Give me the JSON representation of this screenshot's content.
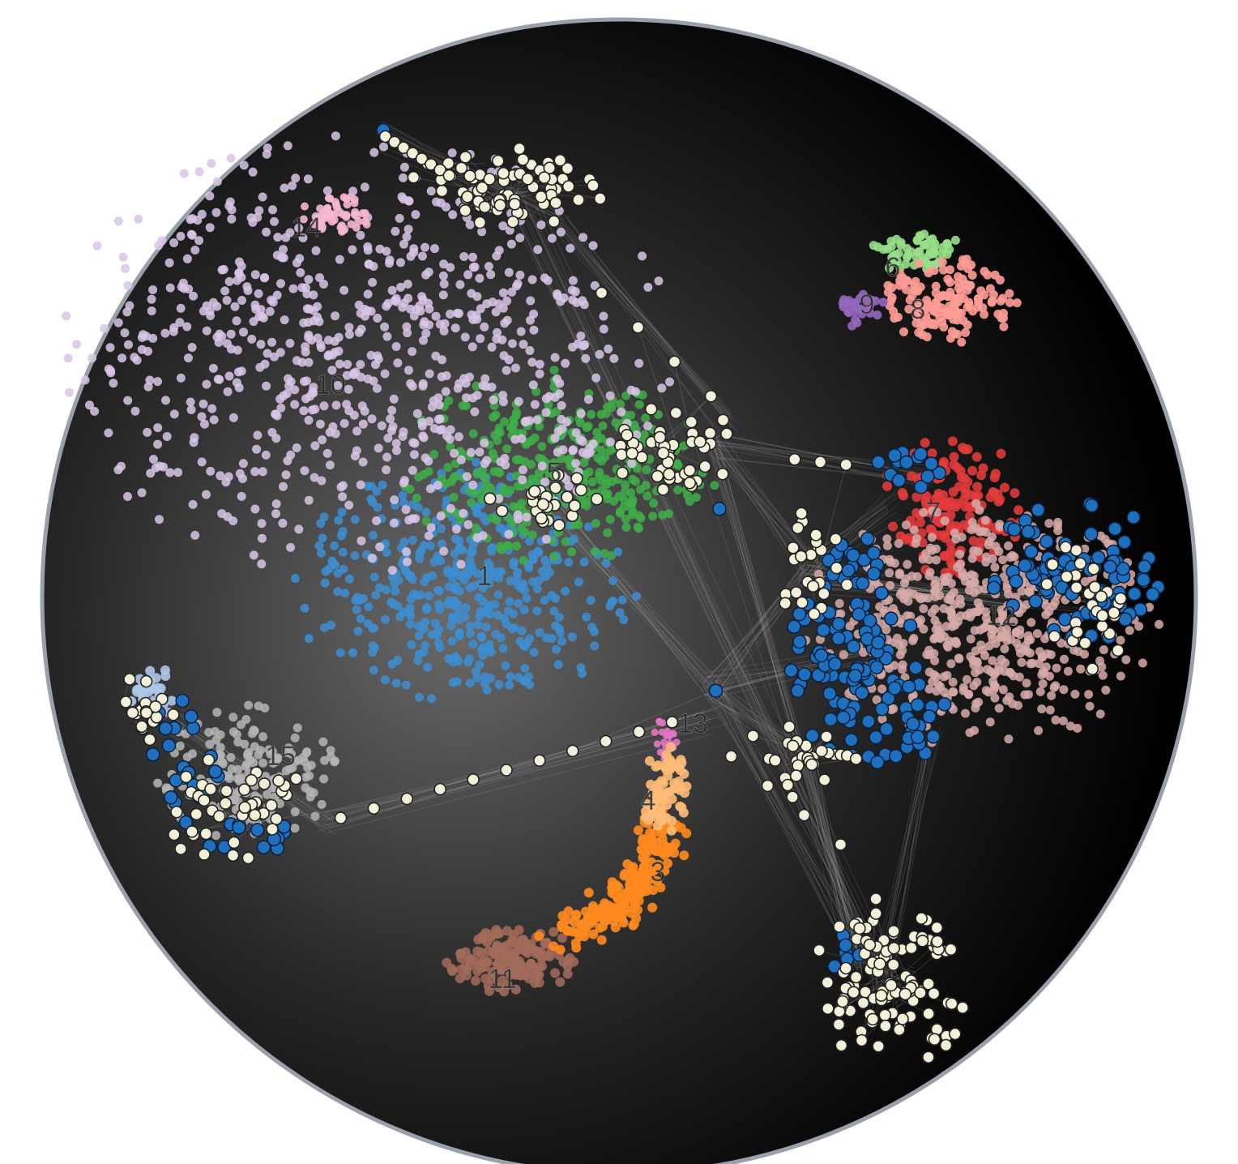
{
  "figure": {
    "background": {
      "edge": "#000000",
      "center": "#6a6a6a",
      "rim": "#9aa0ab"
    },
    "edge_color": "#cfcfcf",
    "hub_node": {
      "fill": "#f3f0da",
      "stroke": "#222222"
    },
    "accent_node": {
      "fill": "#1f6fbf",
      "stroke": "#0a1f3a"
    }
  },
  "clusters": [
    {
      "id": "1",
      "label": "1",
      "color": "#3d8ed1"
    },
    {
      "id": "3",
      "label": "3",
      "color": "#ff8a1f"
    },
    {
      "id": "4",
      "label": "4",
      "color": "#ffbb78"
    },
    {
      "id": "5",
      "label": "5",
      "color": "#3fae49"
    },
    {
      "id": "6",
      "label": "6",
      "color": "#98df8a"
    },
    {
      "id": "7",
      "label": "7",
      "color": "#e33b3b"
    },
    {
      "id": "8",
      "label": "8",
      "color": "#ff9c96"
    },
    {
      "id": "9",
      "label": "9",
      "color": "#9467bd"
    },
    {
      "id": "10",
      "label": "10",
      "color": "#d9c6e6"
    },
    {
      "id": "11",
      "label": "11",
      "color": "#a26a5a"
    },
    {
      "id": "12",
      "label": "12",
      "color": "#d6aaa8"
    },
    {
      "id": "13",
      "label": "13",
      "color": "#e377c2"
    },
    {
      "id": "14",
      "label": "14",
      "color": "#f7b6d2"
    },
    {
      "id": "15",
      "label": "15",
      "color": "#b5b5b5"
    },
    {
      "id": "16",
      "label": "16",
      "color": "#aec7e8"
    }
  ]
}
